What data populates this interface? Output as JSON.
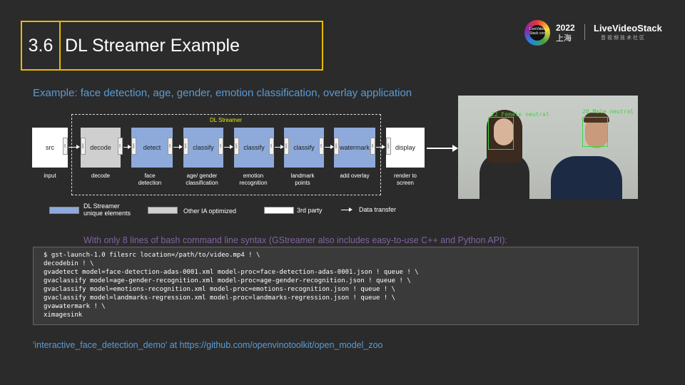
{
  "title": {
    "number": "3.6",
    "text": "DL Streamer Example"
  },
  "logo": {
    "badge": "LiveVideo Stack con",
    "year": "2022",
    "city": "上海",
    "brand": "LiveVideoStack",
    "brand_sub": "音视频技术社区"
  },
  "subtitle": "Example: face detection, age, gender,  emotion classification, overlay application",
  "pipeline": {
    "dl_streamer_label": "DL Streamer",
    "elements": [
      {
        "label": "src",
        "caption": "input"
      },
      {
        "label": "decode",
        "caption": "decode"
      },
      {
        "label": "detect",
        "caption": "face detection"
      },
      {
        "label": "classify",
        "caption": "age/ gender classification"
      },
      {
        "label": "classify",
        "caption": "emotion recognition"
      },
      {
        "label": "classify",
        "caption": "landmark points"
      },
      {
        "label": "watermark",
        "caption": "add overlay"
      },
      {
        "label": "display",
        "caption": "render to screen"
      }
    ],
    "pad_src": "src",
    "pad_sink": "sink"
  },
  "photo": {
    "label_female": "22 Female neutral",
    "label_male": "20 Male neutral"
  },
  "legend": {
    "dl_streamer": "DL Streamer unique elements",
    "ia_optimized": "Other IA optimized",
    "third_party": "3rd party",
    "data_transfer": "Data transfer"
  },
  "colors": {
    "blue": "#8eaadb",
    "grey": "#cfcfcf",
    "white": "#ffffff",
    "accent": "#e8b900"
  },
  "command_intro": "With only 8 lines of bash command line syntax (GStreamer also includes easy-to-use C++ and Python API):",
  "code_lines": [
    "$ gst-launch-1.0 filesrc location=/path/to/video.mp4 ! \\",
    "decodebin ! \\",
    "gvadetect model=face-detection-adas-0001.xml model-proc=face-detection-adas-0001.json ! queue ! \\",
    "gvaclassify model=age-gender-recognition.xml model-proc=age-gender-recognition.json ! queue ! \\",
    "gvaclassify model=emotions-recognition.xml model-proc=emotions-recognition.json ! queue ! \\",
    "gvaclassify model=landmarks-regression.xml model-proc=landmarks-regression.json ! queue ! \\",
    "gvawatermark ! \\",
    "ximagesink"
  ],
  "footer": "'interactive_face_detection_demo' at https://github.com/openvinotoolkit/open_model_zoo"
}
